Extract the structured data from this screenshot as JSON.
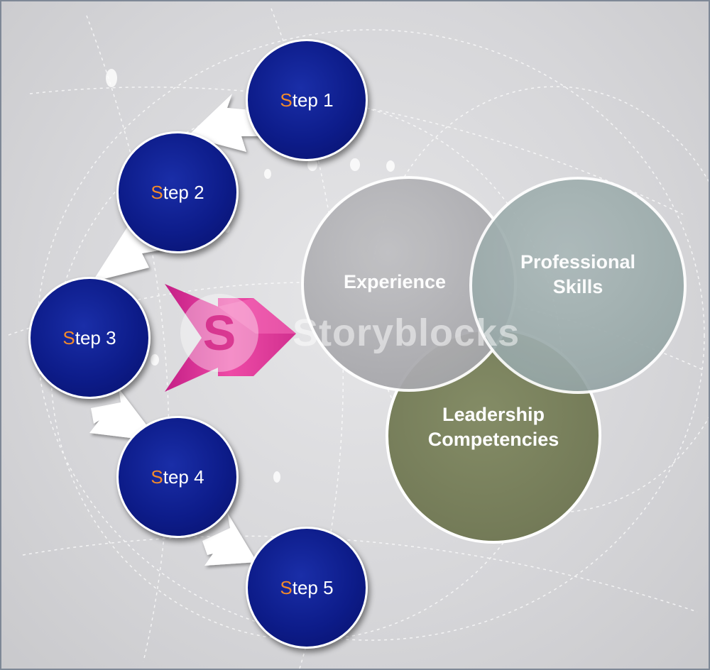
{
  "steps": [
    {
      "initial": "S",
      "rest": "tep 1"
    },
    {
      "initial": "S",
      "rest": "tep 2"
    },
    {
      "initial": "S",
      "rest": "tep 3"
    },
    {
      "initial": "S",
      "rest": "tep 4"
    },
    {
      "initial": "S",
      "rest": "tep 5"
    }
  ],
  "venn": {
    "experience": "Experience",
    "professional_line1": "Professional",
    "professional_line2": "Skills",
    "leadership_line1": "Leadership",
    "leadership_line2": "Competencies"
  },
  "watermark": {
    "text": "Storyblocks",
    "logo_letter": "S"
  },
  "colors": {
    "step_fill": "#0d1c8a",
    "step_initial": "#f28a2b",
    "big_arrow": "#e0399c",
    "experience": "#a9a9ad",
    "professional": "#98a8a8",
    "leadership": "#747b58"
  },
  "icons": {
    "connector": "white-arrow-icon",
    "main": "pink-double-arrow-icon"
  }
}
